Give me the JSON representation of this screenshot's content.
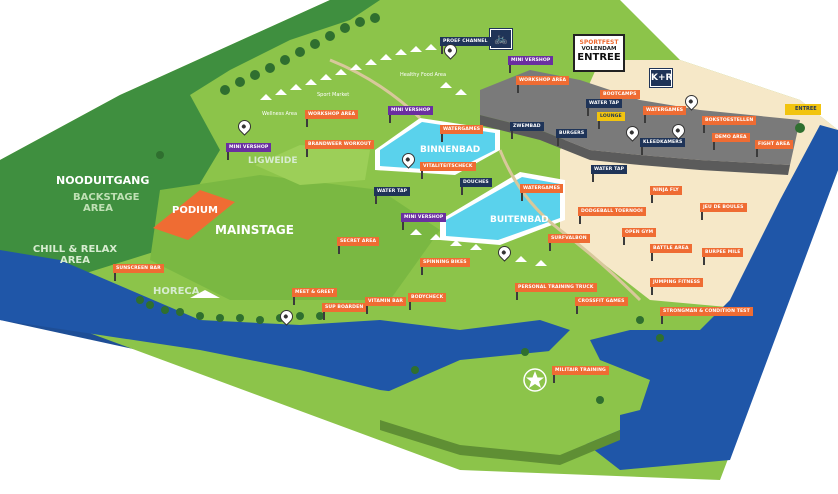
{
  "entrance": {
    "brand_top": "SPORT",
    "brand_top2": "FEST",
    "brand_bottom": "VOLENDAM",
    "word": "ENTREE"
  },
  "icons": {
    "kr_label": "K+R",
    "bike_glyph": "🚲",
    "side_entree": "ENTREE"
  },
  "zones": {
    "nooduitgang": "NOODUITGANG",
    "backstage": "BACKSTAGE AREA",
    "chill": "CHILL & RELAX AREA",
    "podium": "PODIUM",
    "mainstage": "MAINSTAGE",
    "horeca": "HORECA",
    "ligweide": "LIGWEIDE",
    "binnenbad": "BINNENBAD",
    "buitenbad": "BUITENBAD"
  },
  "small_labels": {
    "healthy_food": "Healthy Food Area",
    "sport_market": "Sport Market",
    "wellness": "Wellness Area"
  },
  "signs": {
    "orange": [
      "WORKSHOP AREA",
      "WORKSHOP AREA",
      "BRANDWEER WORKOUT",
      "WATERGAMES",
      "VITALITEITSCHECK",
      "WATERGAMES",
      "DODGEBALL TOERNOOI",
      "SURFVALBON",
      "OPEN GYM",
      "BATTLE AREA",
      "BOOTCAMPS",
      "LOUNGE",
      "WATERGAMES",
      "BOKSTOESTELLEN",
      "DEMO AREA",
      "FIGHT AREA",
      "NINJA FLY",
      "JEU DE BOULES",
      "BURPEE MILE",
      "SECRET AREA",
      "SPINNING BIKES",
      "JUMPING FITNESS",
      "STRONGMAN & CONDITION TEST",
      "PERSONAL TRAINING TRUCK",
      "CROSSFIT GAMES",
      "MEET & GREET",
      "SUP BOARDEN",
      "VITAMIN BAR",
      "BODYCHECK",
      "SUNSCREEN BAR",
      "MILITAIR TRAINING"
    ],
    "navy": [
      "PROEF CHANNEL",
      "WATER TAP",
      "WATER TAP",
      "ZWEMBAD",
      "DOUCHES",
      "KLEEDKAMERS",
      "WATER TAP",
      "BURGERS"
    ],
    "purple": [
      "MINI VERSHOP",
      "MINI VERSHOP",
      "MINI VERSHOP",
      "MINI VERSHOP"
    ]
  },
  "colors": {
    "grass": "#8cc44a",
    "grass_light": "#a6d15c",
    "grass_dark": "#3f8f3f",
    "water": "#1f56a8",
    "pool": "#5ad2ec",
    "orange": "#ef6c33",
    "navy": "#1f3458",
    "purple": "#6a2fa0"
  }
}
